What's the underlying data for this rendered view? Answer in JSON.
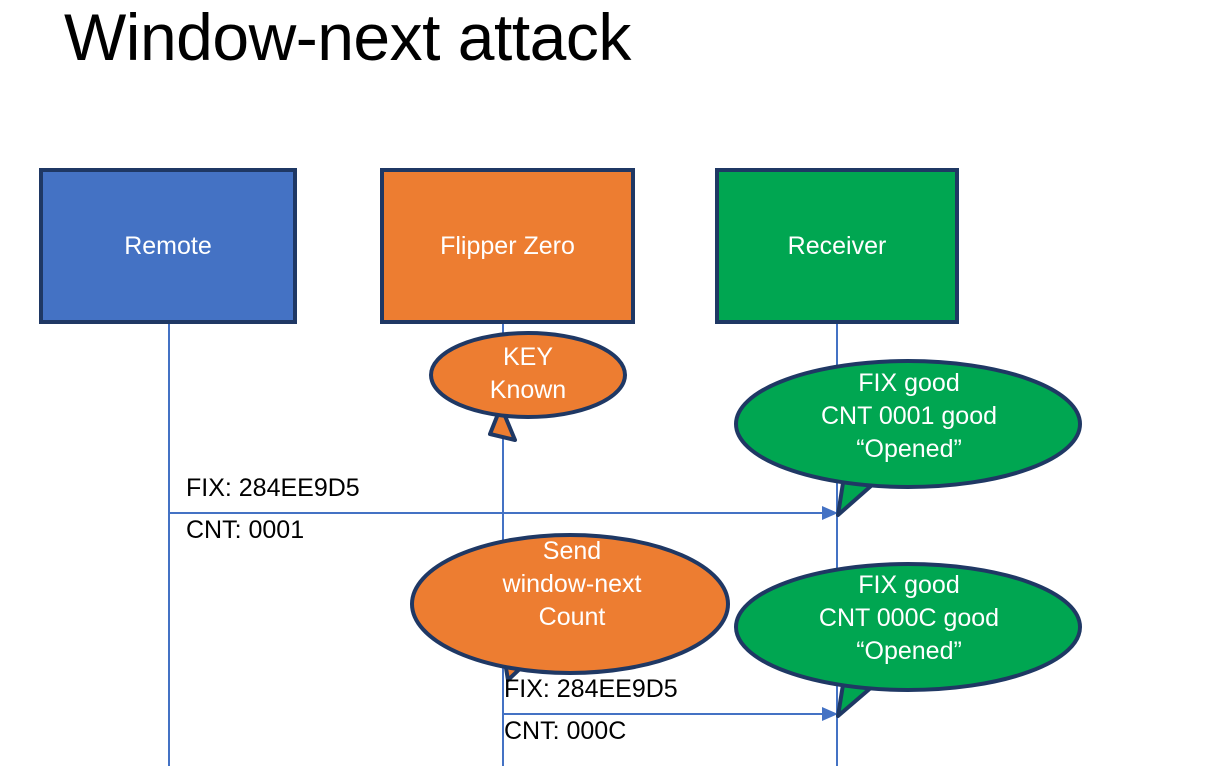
{
  "slide": {
    "title": "Window-next attack",
    "background_color": "#FFFFFF"
  },
  "colors": {
    "remote_fill": "#4472C4",
    "flipper_fill": "#ED7D31",
    "receiver_fill": "#00A651",
    "outline": "#1F3864",
    "lifeline": "#4472C4",
    "arrow": "#4472C4",
    "actor_text": "#FFFFFF",
    "message_text": "#000000"
  },
  "actors": [
    {
      "id": "remote",
      "label": "Remote"
    },
    {
      "id": "flipper",
      "label": "Flipper Zero"
    },
    {
      "id": "receiver",
      "label": "Receiver"
    }
  ],
  "bubbles": [
    {
      "id": "key-known",
      "owner": "flipper",
      "lines": [
        "KEY",
        "Known"
      ]
    },
    {
      "id": "receiver-first-ok",
      "owner": "receiver",
      "lines": [
        "FIX good",
        "CNT 0001 good",
        "“Opened”"
      ]
    },
    {
      "id": "send-window-next",
      "owner": "flipper",
      "lines": [
        "Send",
        "window-next",
        "Count"
      ]
    },
    {
      "id": "receiver-second-ok",
      "owner": "receiver",
      "lines": [
        "FIX good",
        "CNT 000C good",
        "“Opened”"
      ]
    }
  ],
  "messages": [
    {
      "id": "msg-remote-to-receiver",
      "from": "remote",
      "to": "receiver",
      "fix": "FIX: 284EE9D5",
      "cnt": "CNT: 0001"
    },
    {
      "id": "msg-flipper-to-receiver",
      "from": "flipper",
      "to": "receiver",
      "fix": "FIX: 284EE9D5",
      "cnt": "CNT: 000C"
    }
  ]
}
